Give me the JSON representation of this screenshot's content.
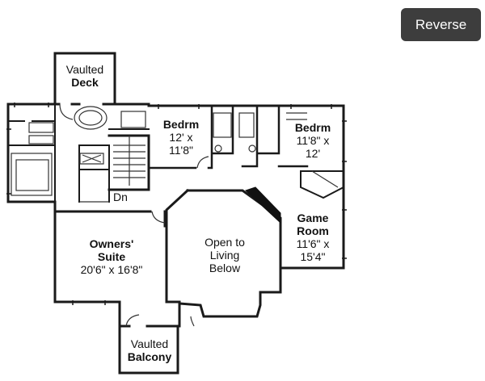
{
  "toolbar": {
    "reverse_label": "Reverse"
  },
  "rooms": {
    "vaulted_deck": {
      "line1": "Vaulted",
      "line2": "Deck"
    },
    "bedroom_1": {
      "name": "Bedrm",
      "dim1": "12' x",
      "dim2": "11'8\""
    },
    "bedroom_2": {
      "name": "Bedrm",
      "dim1": "11'8\" x",
      "dim2": "12'"
    },
    "owners_suite": {
      "name1": "Owners'",
      "name2": "Suite",
      "dims": "20'6\" x 16'8\""
    },
    "open_below": {
      "line1": "Open to",
      "line2": "Living",
      "line3": "Below"
    },
    "game_room": {
      "name1": "Game",
      "name2": "Room",
      "dim1": "11'6\" x",
      "dim2": "15'4\""
    },
    "vaulted_balcony": {
      "line1": "Vaulted",
      "line2": "Balcony"
    },
    "stair": {
      "label": "Dn"
    }
  },
  "colors": {
    "wall": "#1a1a1a",
    "button_bg": "#3d3d3d",
    "button_text": "#ffffff"
  }
}
